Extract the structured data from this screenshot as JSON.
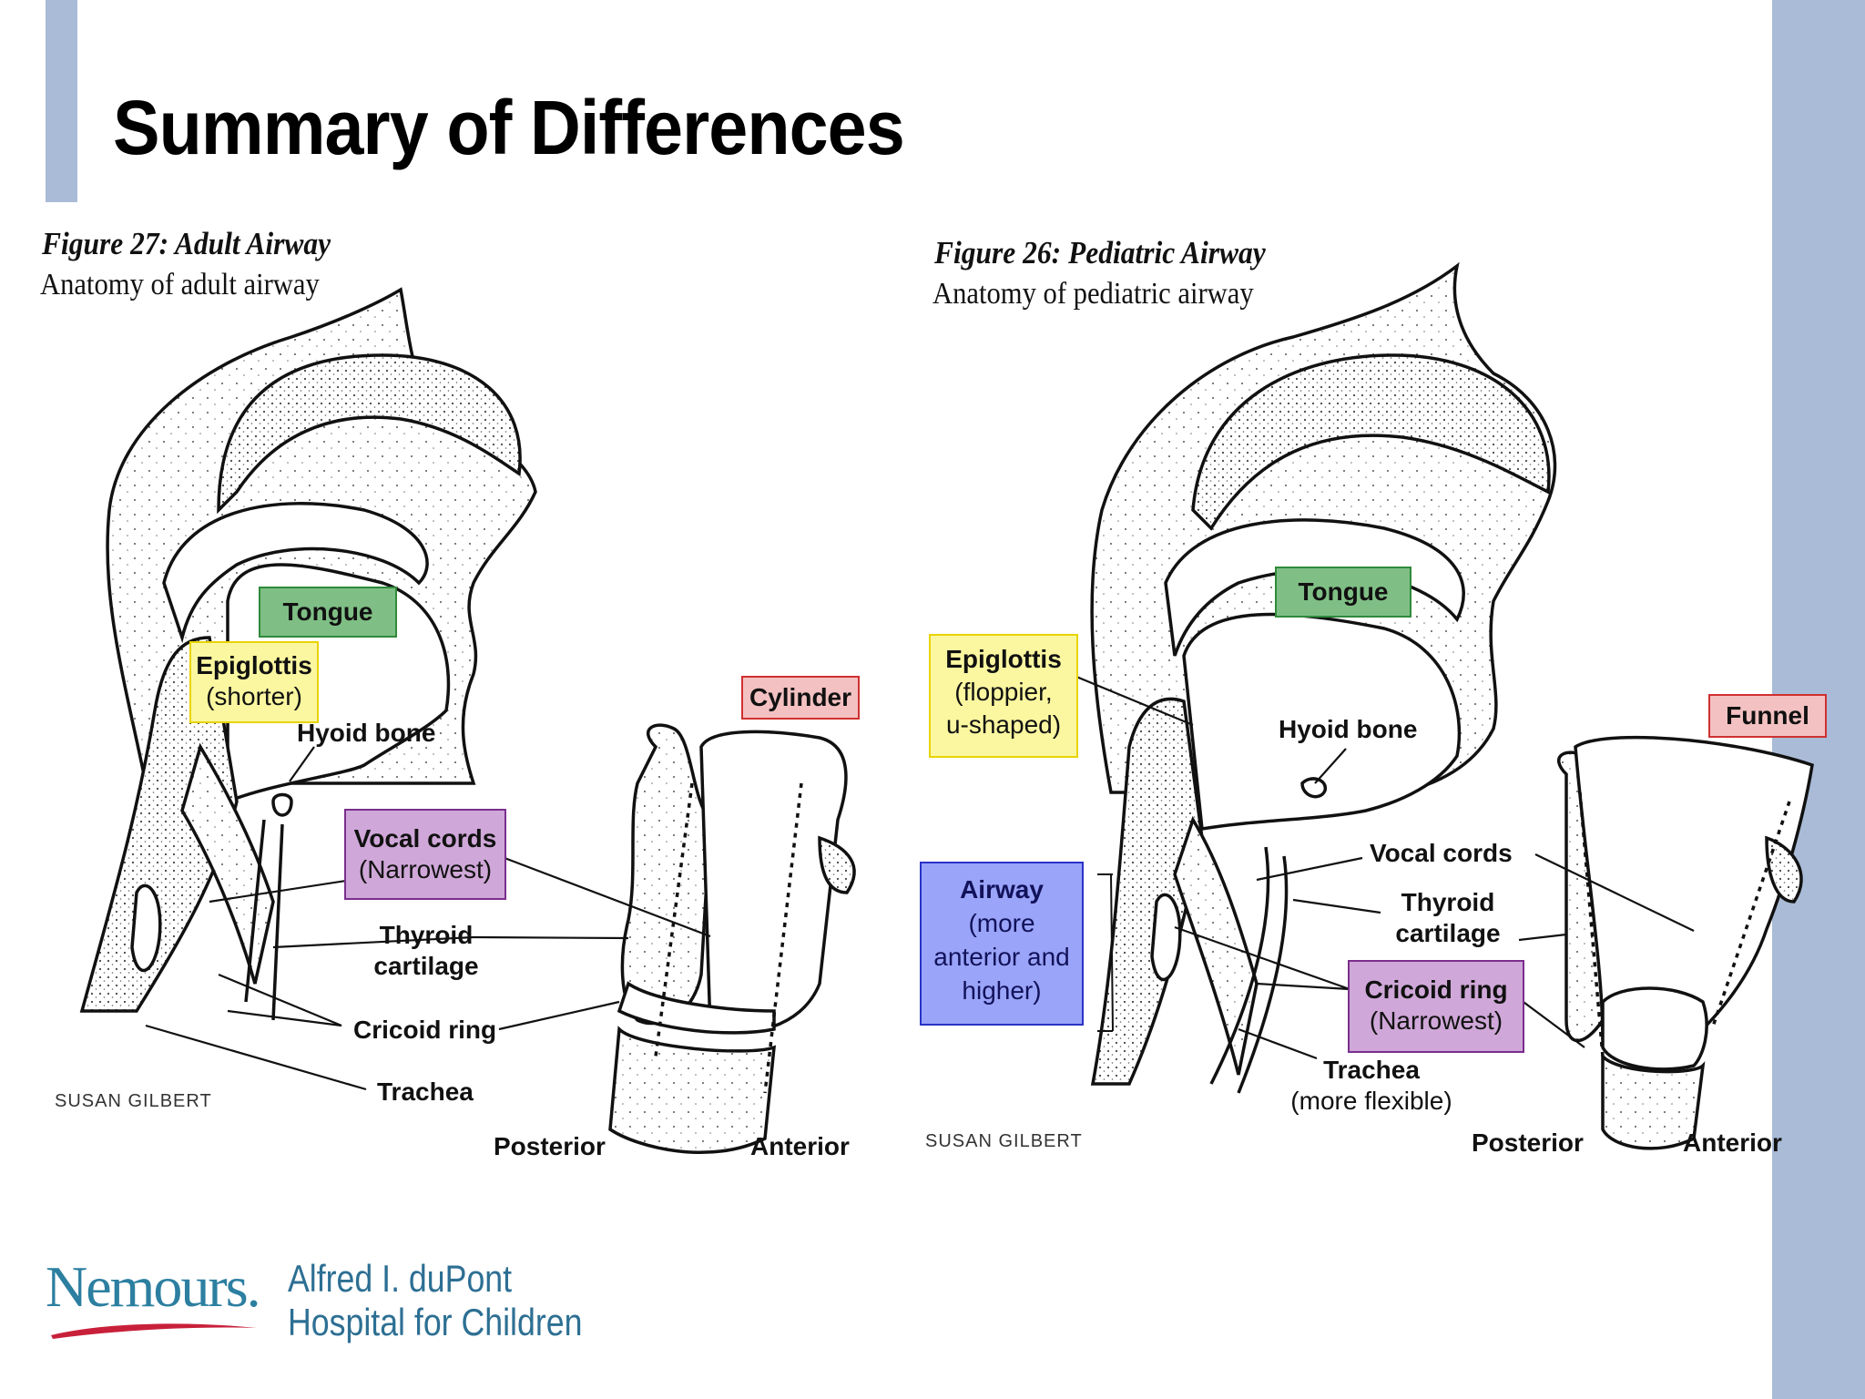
{
  "slide": {
    "title": "Summary of Differences"
  },
  "adult": {
    "figure_title": "Figure 27: Adult Airway",
    "figure_subtitle": "Anatomy of  adult airway",
    "tongue": "Tongue",
    "epiglottis": "Epiglottis",
    "epiglottis_note": "(shorter)",
    "hyoid": "Hyoid bone",
    "vocal_cords": "Vocal cords",
    "vocal_note": "(Narrowest)",
    "thyroid_1": "Thyroid",
    "thyroid_2": "cartilage",
    "cricoid": "Cricoid ring",
    "trachea": "Trachea",
    "shape": "Cylinder",
    "posterior": "Posterior",
    "anterior": "Anterior",
    "credit": "SUSAN GILBERT"
  },
  "pediatric": {
    "figure_title": "Figure 26: Pediatric Airway",
    "figure_subtitle": "Anatomy of  pediatric airway",
    "tongue": "Tongue",
    "epiglottis": "Epiglottis",
    "epiglottis_note_1": "(floppier,",
    "epiglottis_note_2": "u-shaped)",
    "hyoid": "Hyoid bone",
    "airway": "Airway",
    "airway_note_1": "(more",
    "airway_note_2": "anterior and",
    "airway_note_3": "higher)",
    "vocal_cords": "Vocal cords",
    "thyroid_1": "Thyroid",
    "thyroid_2": "cartilage",
    "cricoid": "Cricoid ring",
    "cricoid_note": "(Narrowest)",
    "trachea": "Trachea",
    "trachea_note": "(more flexible)",
    "shape": "Funnel",
    "posterior": "Posterior",
    "anterior": "Anterior",
    "credit": "SUSAN GILBERT"
  },
  "footer": {
    "logo_word": "Nemours.",
    "hospital_line_1": "Alfred I. duPont",
    "hospital_line_2": "Hospital for Children"
  }
}
